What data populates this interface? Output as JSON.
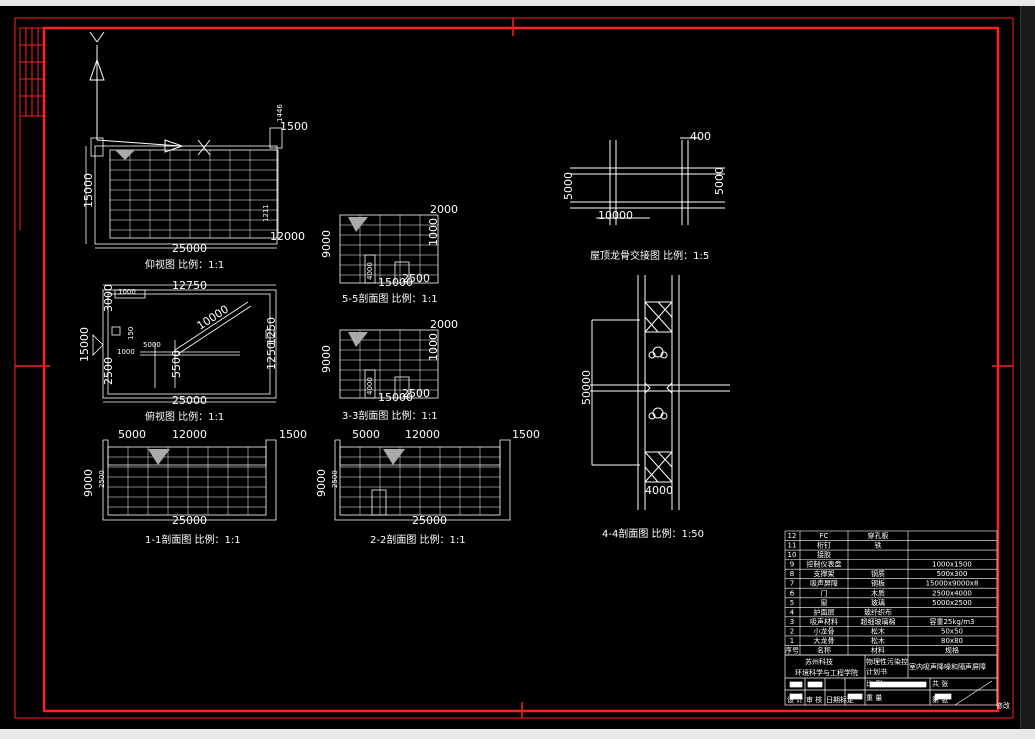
{
  "views": {
    "v1": {
      "title": "仰视图  比例：1:1",
      "d1": "25000",
      "d2": "15000",
      "d3": "1500",
      "d4": "12000",
      "d5": "1446",
      "d6": "1211"
    },
    "v2": {
      "title": "俯视图  比例：1:1",
      "d1": "12750",
      "d2": "15000",
      "d3": "25000",
      "d4": "10000",
      "d5": "1250",
      "d6": "1250",
      "d7": "2500",
      "d8": "5500",
      "d9": "3000",
      "d10": "1000",
      "d11": "5000",
      "d12": "150",
      "d13": "1000"
    },
    "v3": {
      "title": "1-1剖面图  比例：1:1",
      "d1": "5000",
      "d2": "12000",
      "d3": "1500",
      "d4": "9000",
      "d5": "25000",
      "d6": "2500"
    },
    "v4": {
      "title": "2-2剖面图  比例：1:1",
      "d1": "5000",
      "d2": "12000",
      "d3": "1500",
      "d4": "9000",
      "d5": "25000",
      "d6": "2500"
    },
    "v5": {
      "title": "5-5剖面图  比例：1:1",
      "d1": "2000",
      "d2": "9000",
      "d3": "1000",
      "d4": "15000",
      "d5": "2500",
      "d6": "4000"
    },
    "v6": {
      "title": "3-3剖面图  比例：1:1",
      "d1": "2000",
      "d2": "9000",
      "d3": "1000",
      "d4": "15000",
      "d5": "2500",
      "d6": "4000"
    },
    "v7": {
      "title": "屋顶龙骨交接图  比例：1:5",
      "d1": "400",
      "d2": "5000",
      "d3": "5000",
      "d4": "10000"
    },
    "v8": {
      "title": "4-4剖面图  比例：1:50",
      "d1": "50000",
      "d2": "4000"
    }
  },
  "bom": {
    "rows": [
      [
        "12",
        "FC",
        "穿孔板",
        ""
      ],
      [
        "11",
        "桁钉",
        "铁",
        ""
      ],
      [
        "10",
        "接胶",
        "",
        ""
      ],
      [
        "9",
        "控制仪表盘",
        "",
        "1000x1500"
      ],
      [
        "8",
        "支撑架",
        "钢质",
        "500x300"
      ],
      [
        "7",
        "吸声屏障",
        "钢板",
        "15000x9000x8"
      ],
      [
        "6",
        "门",
        "木质",
        "2500x4000"
      ],
      [
        "5",
        "窗",
        "玻璃",
        "5000x2500"
      ],
      [
        "4",
        "护面层",
        "玻纤织布",
        ""
      ],
      [
        "3",
        "吸声材料",
        "超细玻璃棉",
        "容重25kg/m3"
      ],
      [
        "2",
        "小龙骨",
        "松木",
        "50x50"
      ],
      [
        "1",
        "大龙骨",
        "松木",
        "80x80"
      ],
      [
        "序号",
        "名称",
        "材料",
        "规格"
      ]
    ]
  },
  "titleblock": {
    "school1": "苏州科技",
    "school2": "环境科学与工程学院",
    "course1": "物理性污染控",
    "course2": "计划书",
    "project": "室内吸声降噪和隔声屏障",
    "r1": "设 计",
    "r2": "审 核",
    "r3": "日期标定",
    "r4": "比 例",
    "r5": "重 量",
    "sheet": "共 张",
    "page": "第 张",
    "corner": "修改"
  }
}
